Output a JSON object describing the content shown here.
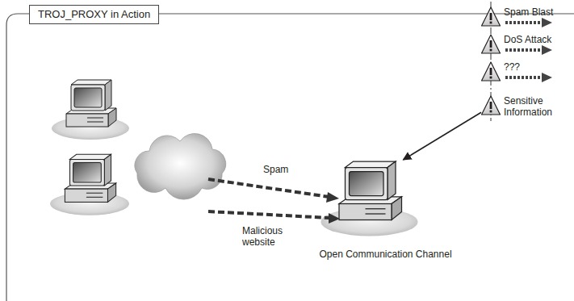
{
  "diagram": {
    "title": "TROJ_PROXY in Action",
    "nodes": [
      {
        "text": [
          "Open Communication Channel"
        ]
      },
      {
        "text": [
          "Spam Blast"
        ]
      },
      {
        "text": [
          "DoS Attack"
        ]
      },
      {
        "text": [
          "???"
        ]
      },
      {
        "text": [
          "Sensitive Information"
        ]
      }
    ],
    "edges": [
      {
        "from": 4,
        "to": 0,
        "arrow": "to"
      }
    ],
    "labels": [
      "Spam",
      "Malicious website"
    ]
  }
}
